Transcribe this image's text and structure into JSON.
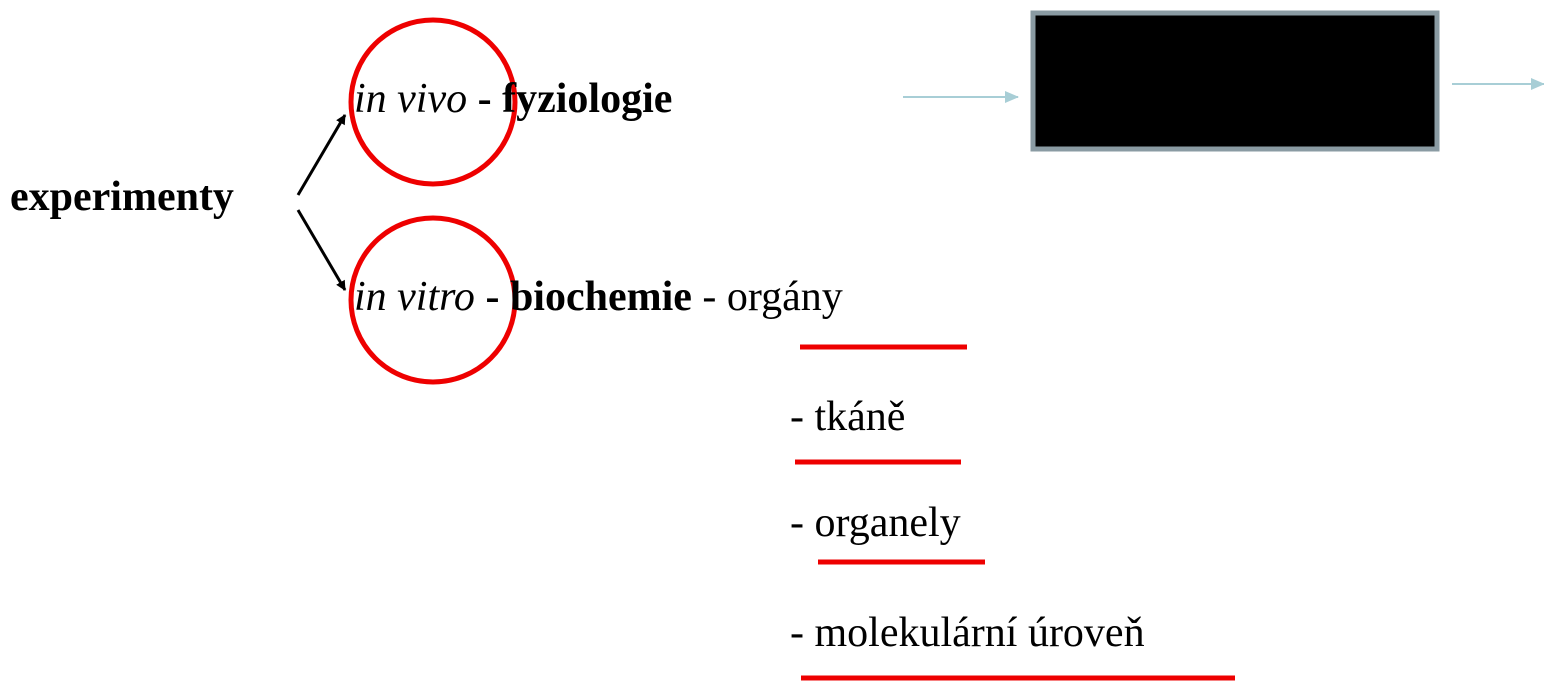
{
  "root": "experimenty",
  "branches": [
    {
      "term": "in vivo",
      "separator": "-",
      "field": "fyziologie"
    },
    {
      "term": "in vitro",
      "separator": "-",
      "field": "biochemie"
    }
  ],
  "levels": [
    {
      "dash": "-",
      "label": "orgány"
    },
    {
      "dash": "-",
      "label": "tkáně"
    },
    {
      "dash": "-",
      "label": "organely"
    },
    {
      "dash": "-",
      "label": "molekulární úroveň"
    }
  ],
  "colors": {
    "highlight": "#ee0000",
    "box": "#000000",
    "box_border": "#8a9ba3",
    "arrow_light": "#a8ced6",
    "arrow_dark": "#000000"
  }
}
